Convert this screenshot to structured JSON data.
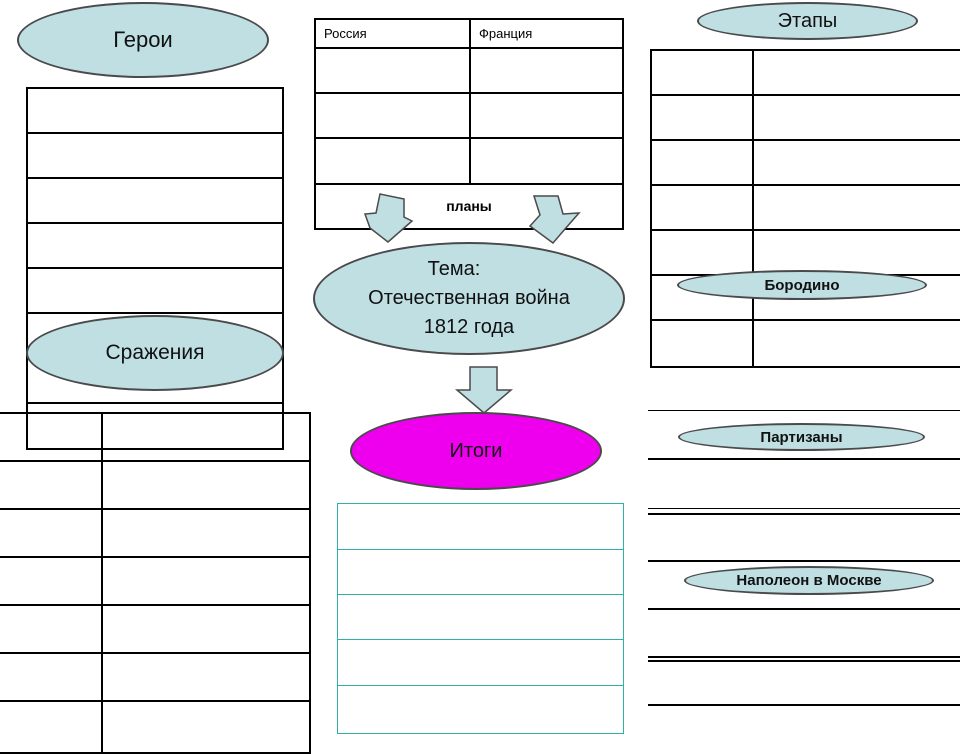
{
  "ovals": {
    "heroes": "Герои",
    "battles": "Сражения",
    "stages": "Этапы",
    "topic_line1": "Тема:",
    "topic_line2": "Отечественная война",
    "topic_line3": "1812 года",
    "results": "Итоги",
    "borodino": "Бородино",
    "partisans": "Партизаны",
    "napoleon_moscow": "Наполеон в Москве"
  },
  "plans_table": {
    "headers": [
      "Россия",
      "Франция"
    ],
    "caption": "планы"
  },
  "colors": {
    "oval_fill": "#bfdfe3",
    "results_fill": "#ee00ee",
    "teal_lines": "#2fb1a6"
  }
}
